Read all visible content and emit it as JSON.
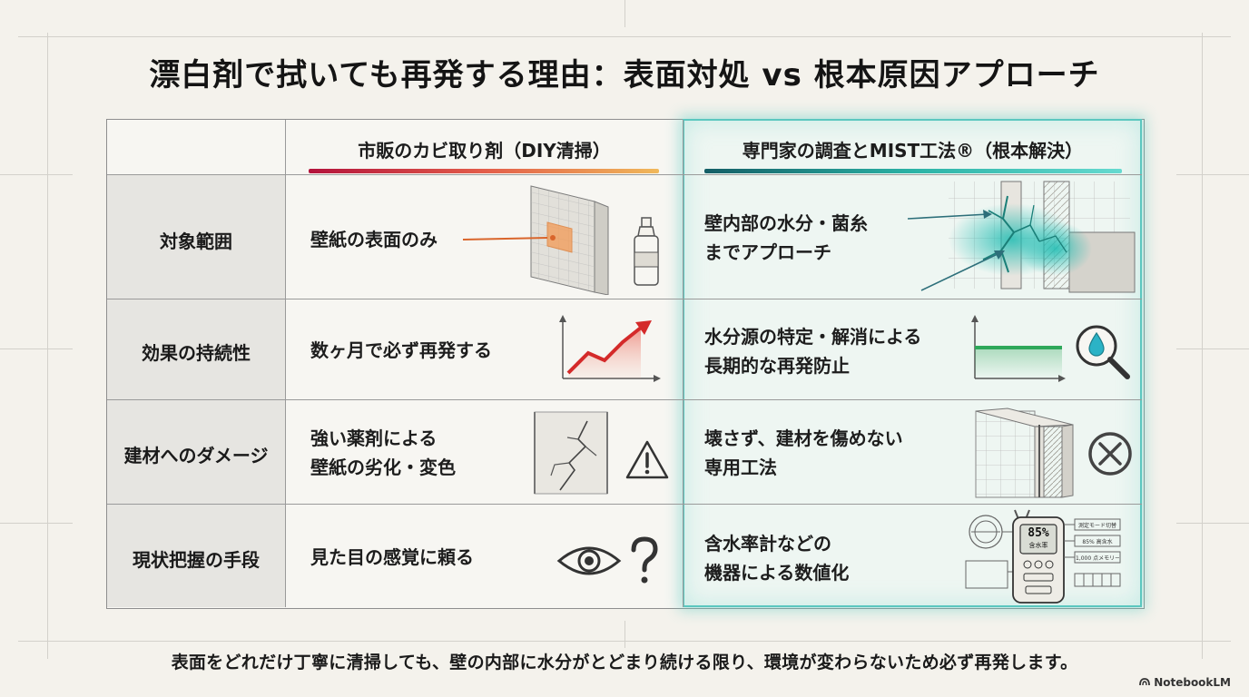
{
  "title": "漂白剤で拭いても再発する理由：表面対処 vs 根本原因アプローチ",
  "columns": {
    "diy": "市販のカビ取り剤（DIY清掃）",
    "pro": "専門家の調査とMIST工法®（根本解決）"
  },
  "rows": [
    {
      "label": "対象範囲",
      "diy": [
        "壁紙の表面のみ"
      ],
      "pro": [
        "壁内部の水分・菌糸",
        "までアプローチ"
      ]
    },
    {
      "label": "効果の持続性",
      "diy": [
        "数ヶ月で必ず再発する"
      ],
      "pro": [
        "水分源の特定・解消による",
        "長期的な再発防止"
      ]
    },
    {
      "label": "建材へのダメージ",
      "diy": [
        "強い薬剤による",
        "壁紙の劣化・変色"
      ],
      "pro": [
        "壊さず、建材を傷めない",
        "専用工法"
      ]
    },
    {
      "label": "現状把握の手段",
      "diy": [
        "見た目の感覚に頼る"
      ],
      "pro": [
        "含水率計などの",
        "機器による数値化"
      ]
    }
  ],
  "meter": {
    "display": "85%",
    "display_sub": "含水率",
    "labels": [
      "測定モード切替",
      "85% 高含水",
      "1,000 点メモリー"
    ]
  },
  "footer": "表面をどれだけ丁寧に清掃しても、壁の内部に水分がとどまり続ける限り、環境が変わらないため必ず再発します。",
  "brand": "NotebookLM",
  "colors": {
    "highlight": "#5bc7bf",
    "trend_red": "#d42a2a",
    "stable_green": "#2ea85a",
    "mold_teal": "#1fbcb2",
    "cleaner_orange": "#e98a3c"
  },
  "icons": [
    "spray-bottle-icon",
    "trend-up-icon",
    "warning-icon",
    "eye-icon",
    "question-icon",
    "magnifier-drop-icon",
    "no-sign-icon",
    "moisture-meter-icon"
  ]
}
